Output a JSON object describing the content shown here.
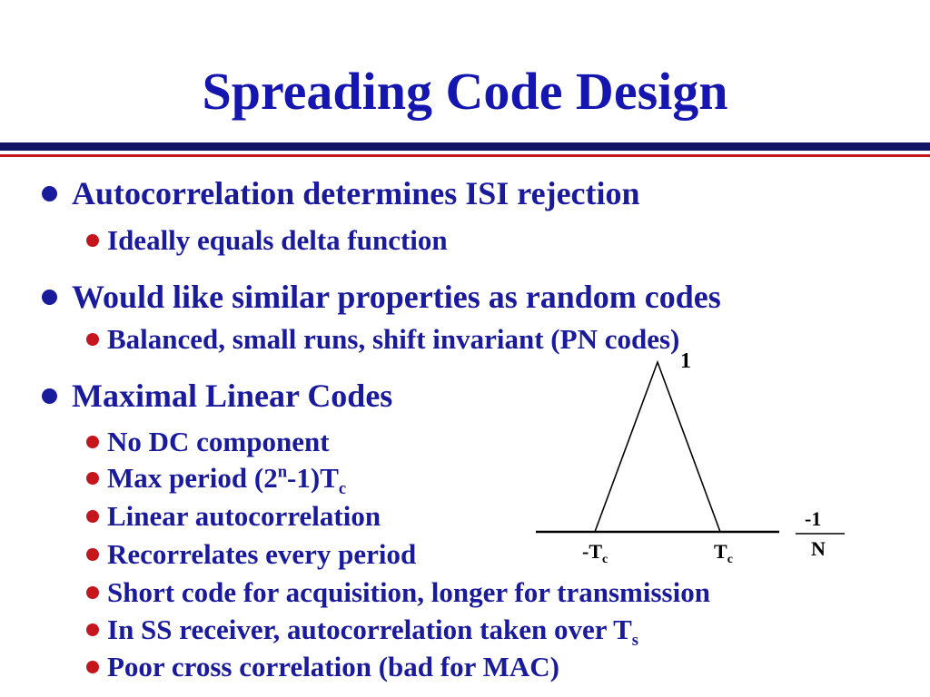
{
  "title": "Spreading Code Design",
  "bullets": {
    "autocorrelation": "Autocorrelation determines ISI rejection",
    "delta": "Ideally equals delta function",
    "random": "Would like similar properties as random codes",
    "balanced": "Balanced, small runs, shift invariant (PN codes)",
    "maximal": "Maximal Linear Codes",
    "no_dc": "No DC component",
    "max_period": {
      "pre": "Max period (2",
      "sup": "n",
      "mid": "-1)T",
      "sub": "c"
    },
    "linear": "Linear autocorrelation",
    "recorrelates": "Recorrelates every period",
    "short_code": "Short code for acquisition, longer for transmission",
    "ss_receiver": {
      "pre": "In SS receiver, autocorrelation taken over T",
      "sub": "s"
    },
    "cross": "Poor cross correlation (bad for MAC)"
  },
  "figure": {
    "peak_label": "1",
    "left_label": {
      "main": "-T",
      "sub": "c"
    },
    "right_label": {
      "main": "T",
      "sub": "c"
    },
    "fraction_num": "-1",
    "fraction_den": "N"
  }
}
